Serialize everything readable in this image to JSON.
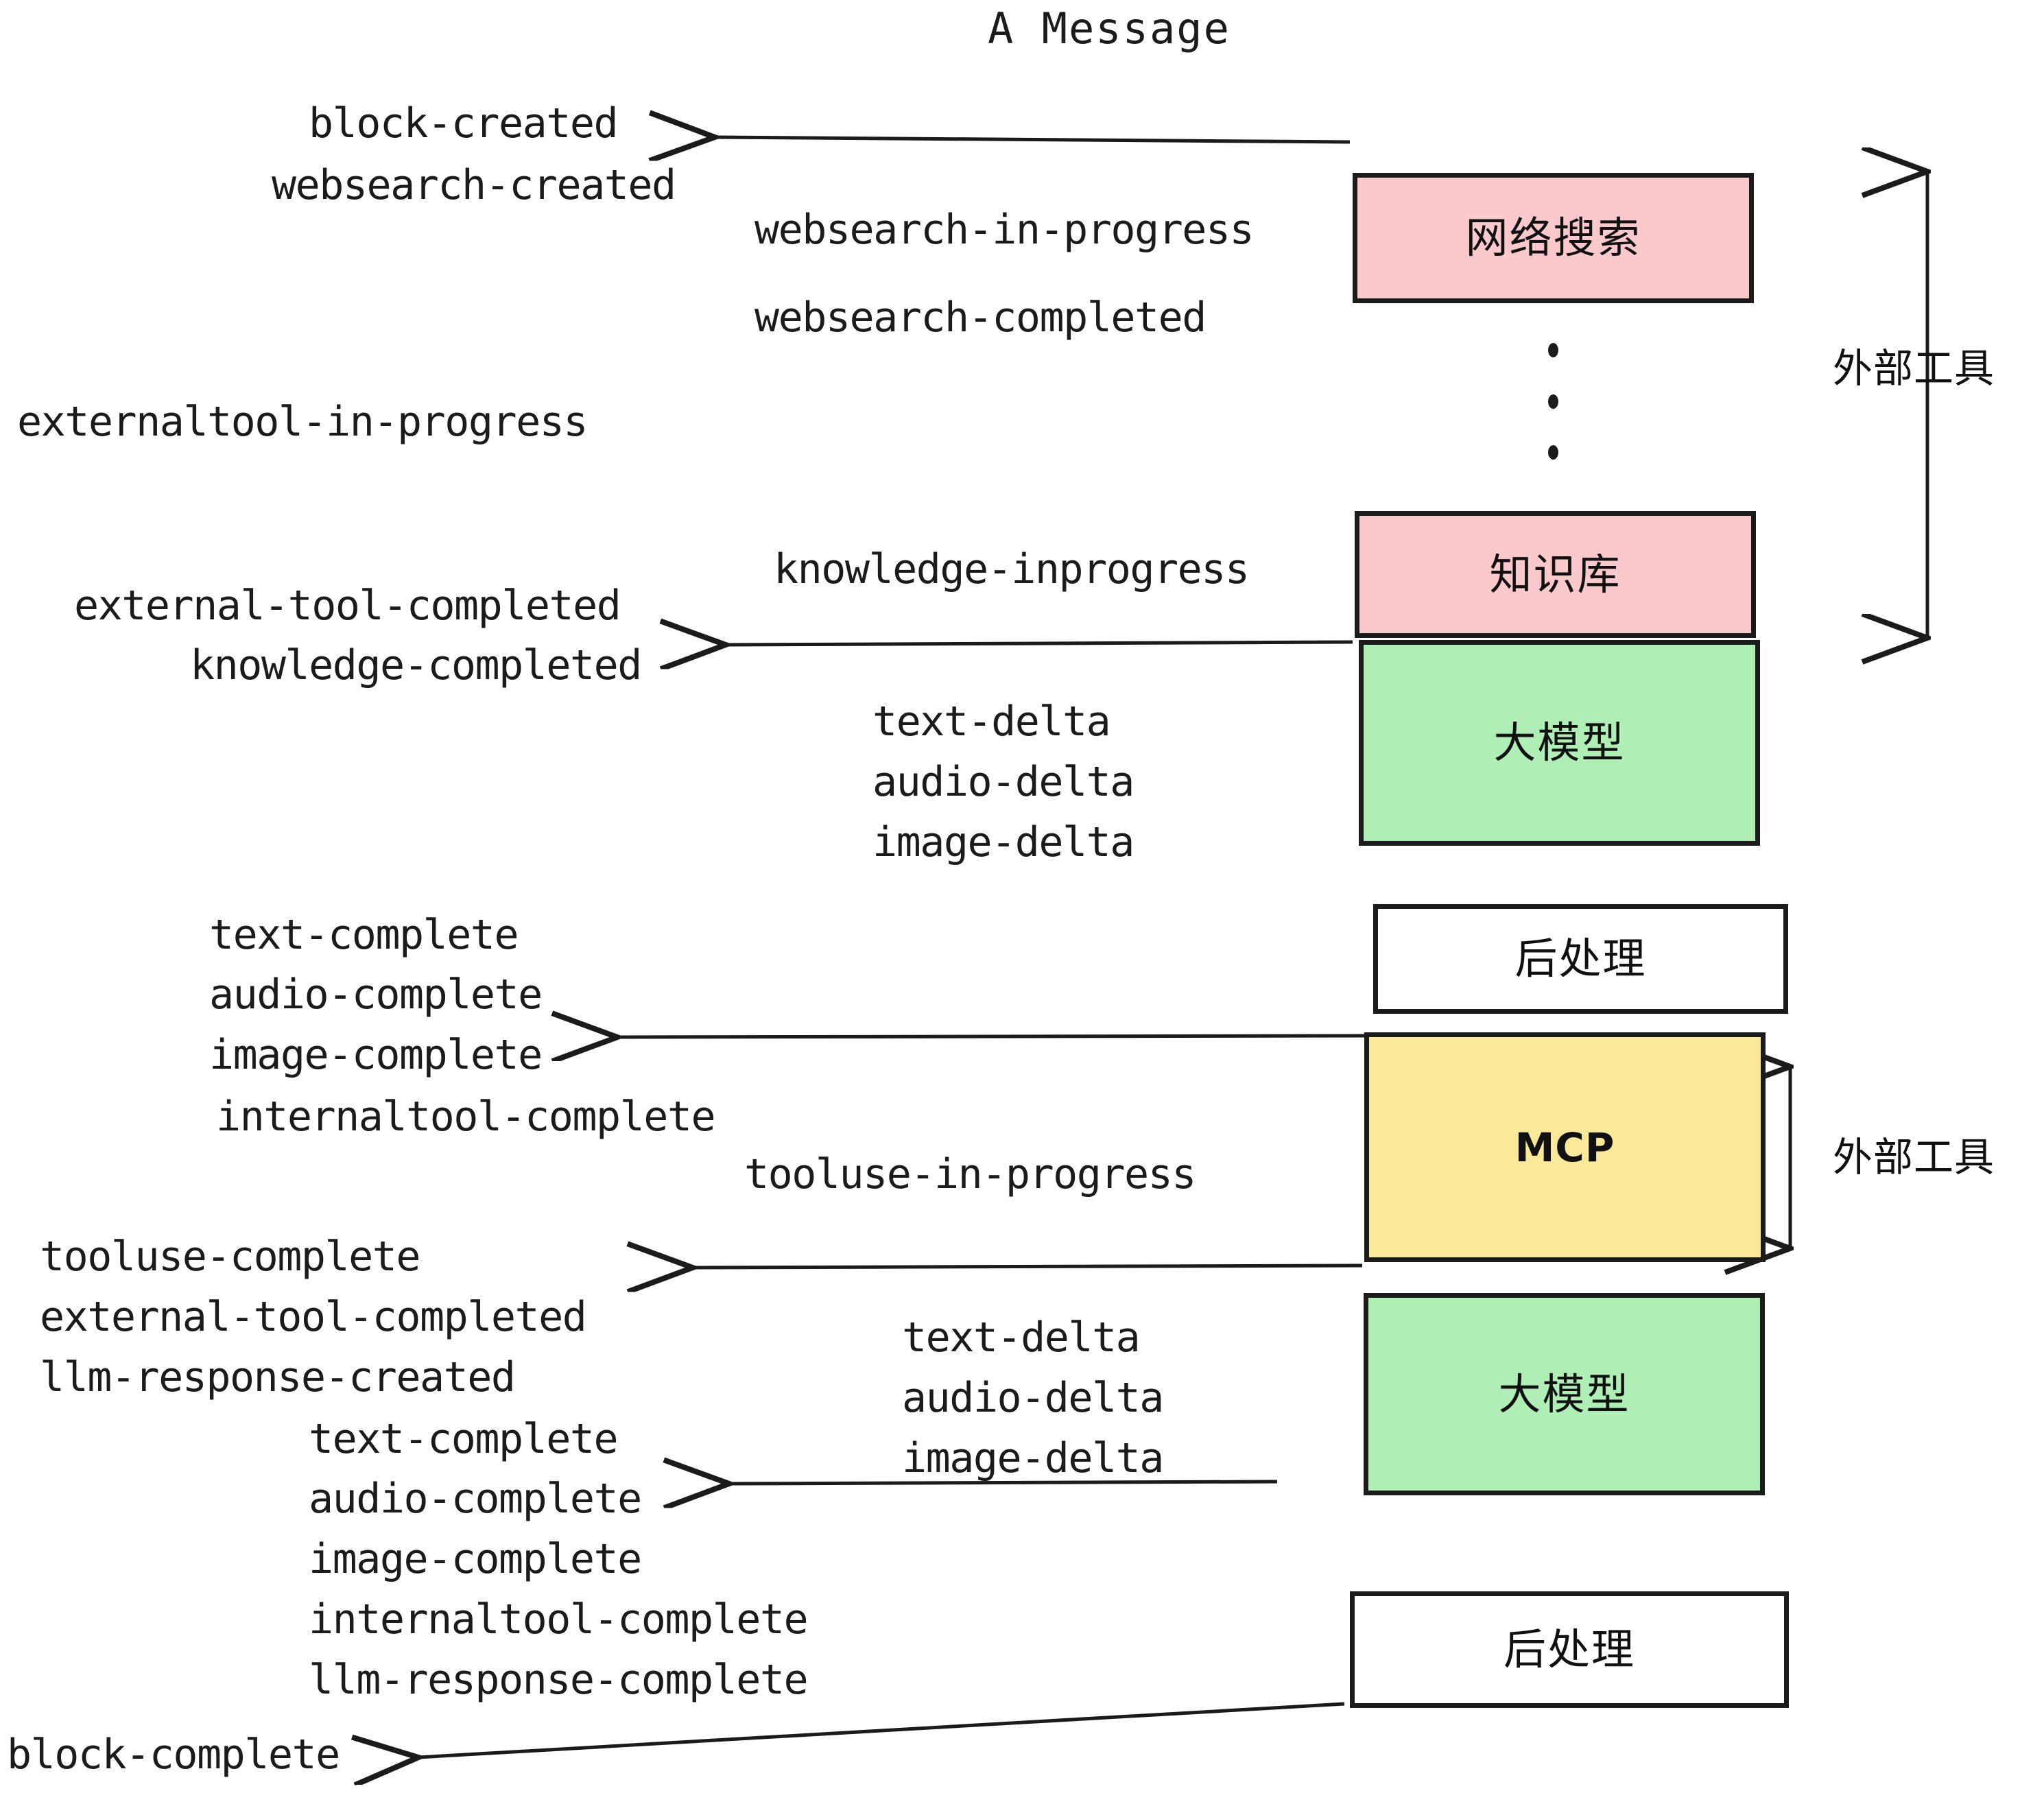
{
  "title": "A Message",
  "colors": {
    "pink": "#FAC9CB",
    "green": "#AFEFB6",
    "yellow": "#FBE99A",
    "white": "#FFFFFF",
    "stroke": "#1B1B1B",
    "text": "#1B1B1B"
  },
  "boxes": [
    {
      "id": "websearch",
      "label": "网络搜索"
    },
    {
      "id": "knowledge",
      "label": "知识库"
    },
    {
      "id": "llm-1",
      "label": "大模型"
    },
    {
      "id": "postprocess-1",
      "label": "后处理"
    },
    {
      "id": "mcp",
      "label": "MCP"
    },
    {
      "id": "llm-2",
      "label": "大模型"
    },
    {
      "id": "postprocess-2",
      "label": "后处理"
    }
  ],
  "side_labels": [
    {
      "id": "external-tool-top",
      "label": "外部工具"
    },
    {
      "id": "external-tool-bottom",
      "label": "外部工具"
    }
  ],
  "events": [
    {
      "id": "block-created",
      "text": "block-created"
    },
    {
      "id": "websearch-created",
      "text": "websearch-created"
    },
    {
      "id": "websearch-in-progress",
      "text": "websearch-in-progress"
    },
    {
      "id": "websearch-completed",
      "text": "websearch-completed"
    },
    {
      "id": "externaltool-in-progress",
      "text": "externaltool-in-progress"
    },
    {
      "id": "knowledge-inprogress",
      "text": "knowledge-inprogress"
    },
    {
      "id": "external-tool-completed-1",
      "text": "external-tool-completed"
    },
    {
      "id": "knowledge-completed",
      "text": "knowledge-completed"
    },
    {
      "id": "text-delta-1",
      "text": "text-delta"
    },
    {
      "id": "audio-delta-1",
      "text": "audio-delta"
    },
    {
      "id": "image-delta-1",
      "text": "image-delta"
    },
    {
      "id": "text-complete-1",
      "text": "text-complete"
    },
    {
      "id": "audio-complete-1",
      "text": "audio-complete"
    },
    {
      "id": "image-complete-1",
      "text": "image-complete"
    },
    {
      "id": "internaltool-complete-1",
      "text": "internaltool-complete"
    },
    {
      "id": "tooluse-in-progress",
      "text": "tooluse-in-progress"
    },
    {
      "id": "tooluse-complete",
      "text": "tooluse-complete"
    },
    {
      "id": "external-tool-completed-2",
      "text": "external-tool-completed"
    },
    {
      "id": "llm-response-created",
      "text": "llm-response-created"
    },
    {
      "id": "text-delta-2",
      "text": "text-delta"
    },
    {
      "id": "audio-delta-2",
      "text": "audio-delta"
    },
    {
      "id": "image-delta-2",
      "text": "image-delta"
    },
    {
      "id": "text-complete-2",
      "text": "text-complete"
    },
    {
      "id": "audio-complete-2",
      "text": "audio-complete"
    },
    {
      "id": "image-complete-2",
      "text": "image-complete"
    },
    {
      "id": "internaltool-complete-2",
      "text": "internaltool-complete"
    },
    {
      "id": "llm-response-complete",
      "text": "llm-response-complete"
    },
    {
      "id": "block-complete",
      "text": "block-complete"
    }
  ]
}
